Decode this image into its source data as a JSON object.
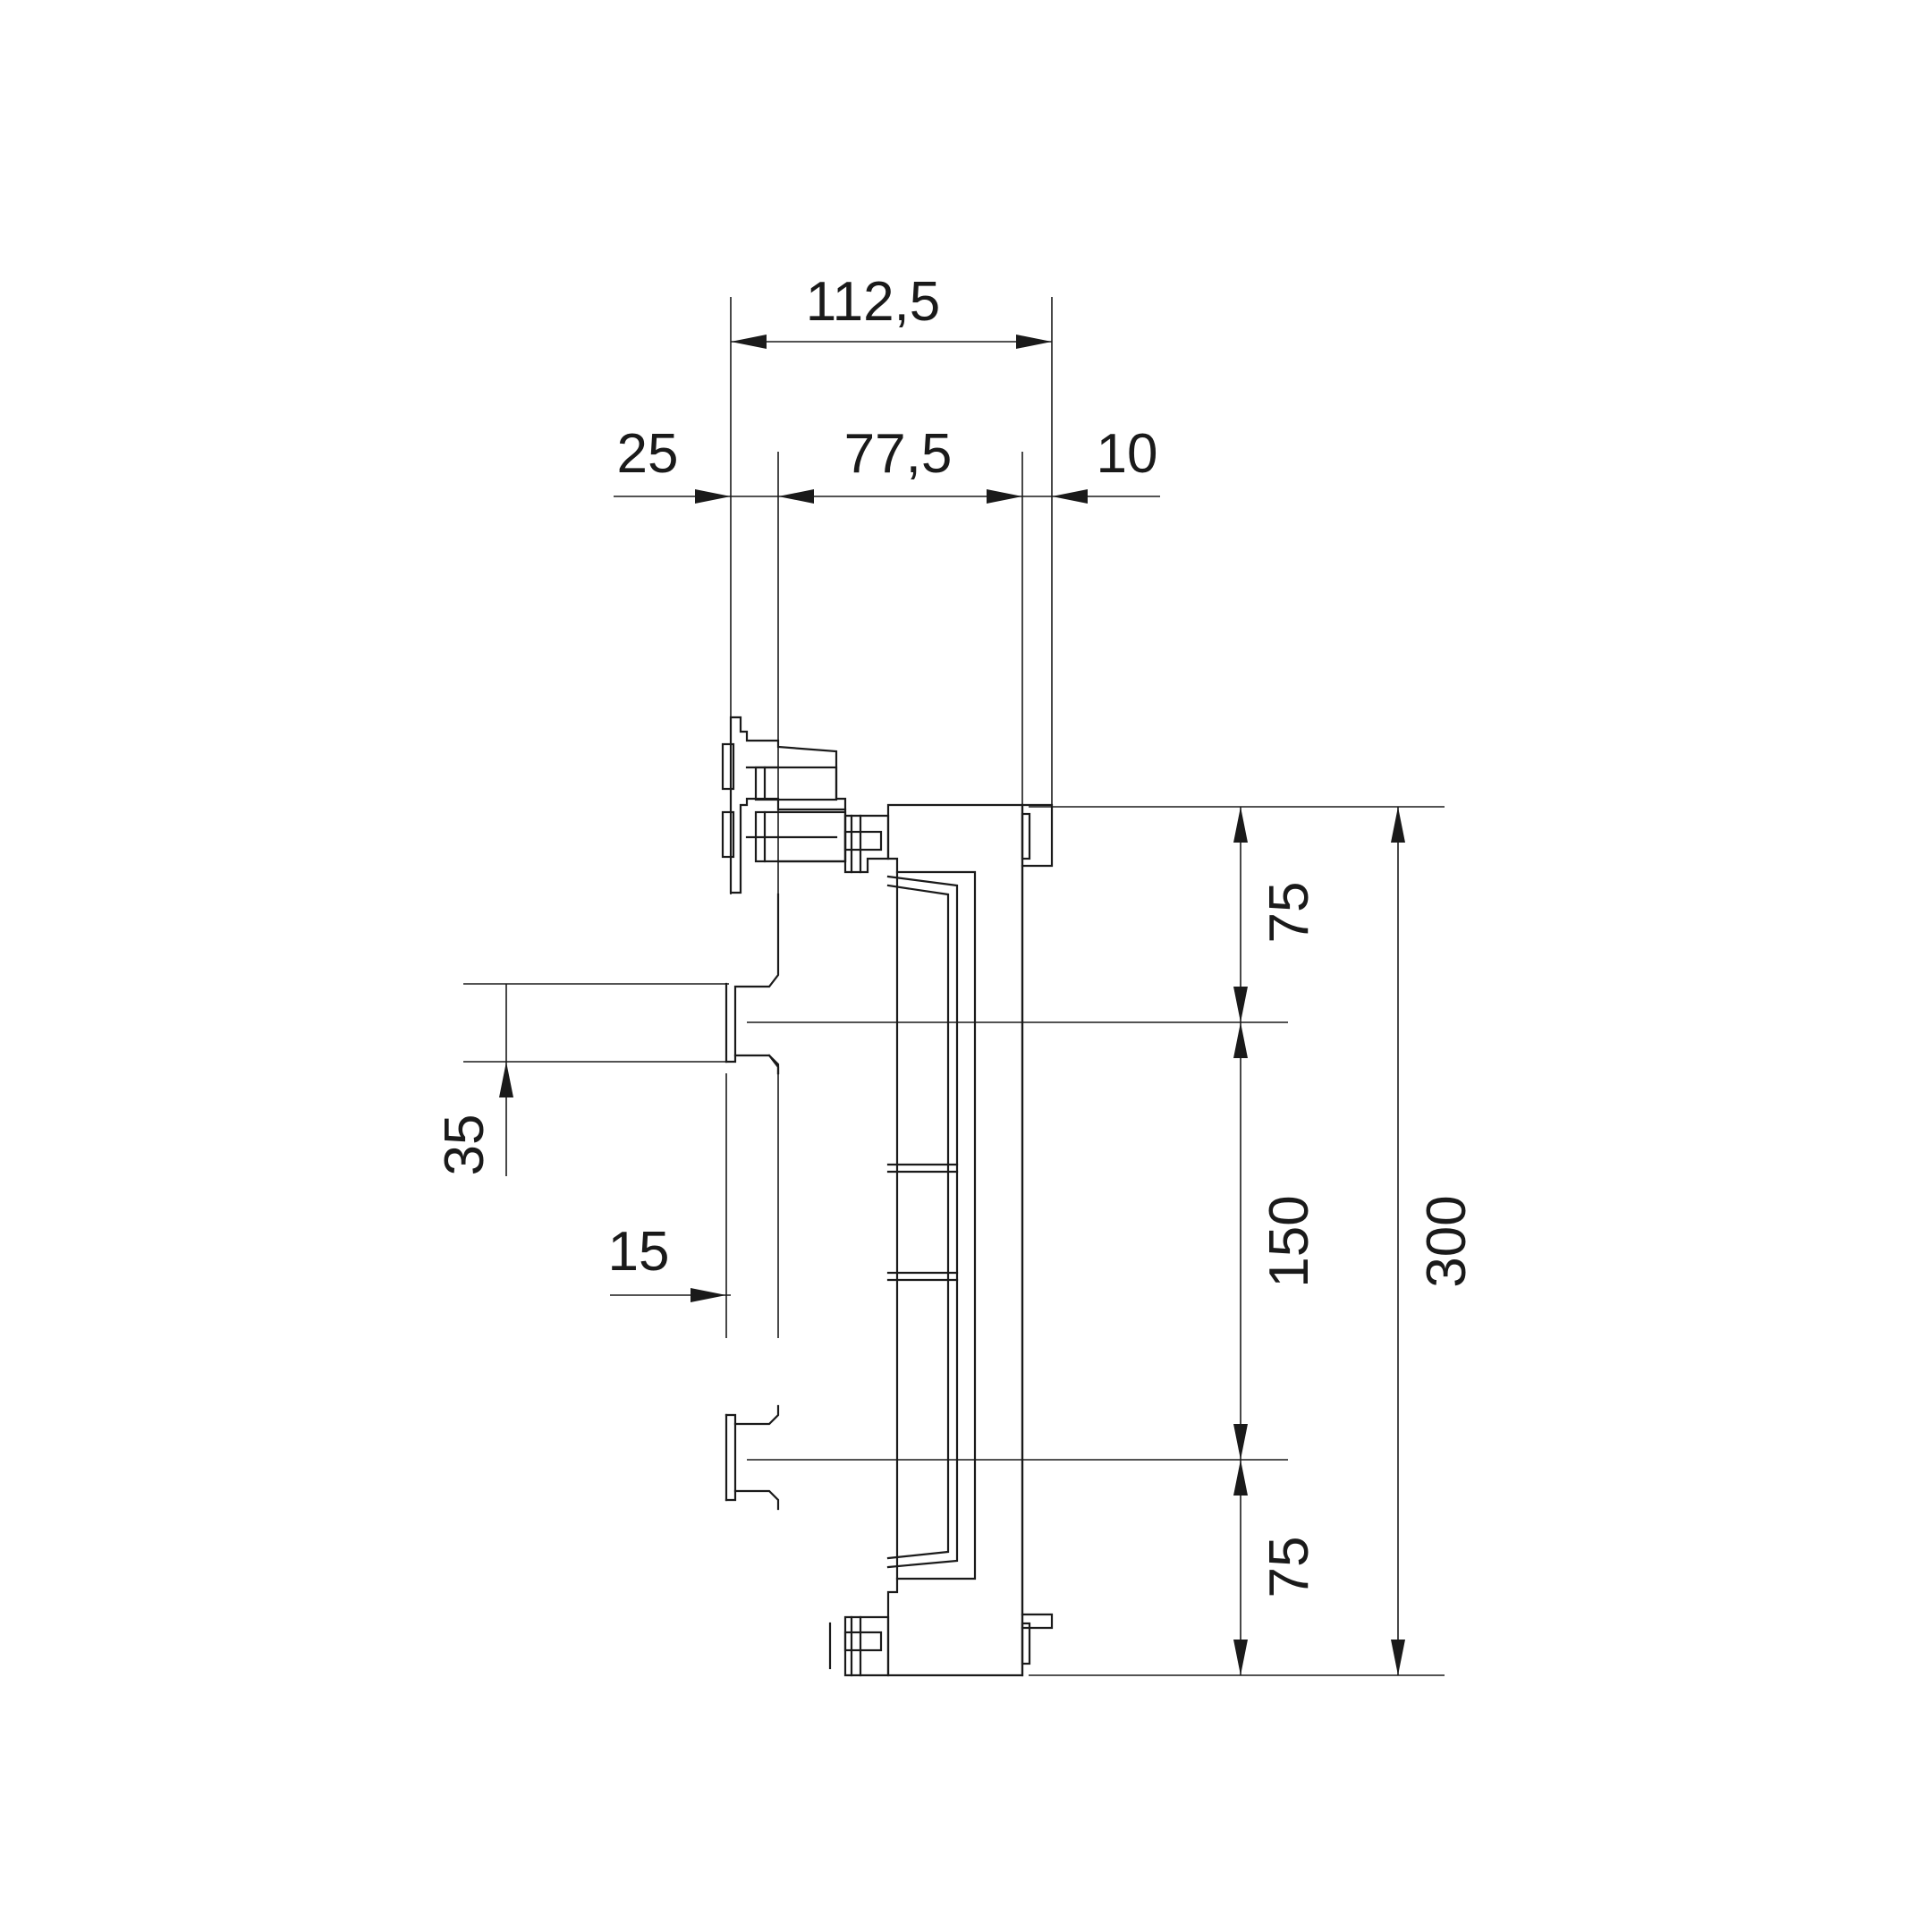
{
  "drawing": {
    "dimensions": {
      "overall_depth": "112,5",
      "front_offset": "25",
      "body_depth": "77,5",
      "rear_offset": "10",
      "top_section": "75",
      "middle_section": "150",
      "bottom_section": "75",
      "overall_height": "300",
      "rail_height": "35",
      "rail_depth": "15"
    }
  }
}
